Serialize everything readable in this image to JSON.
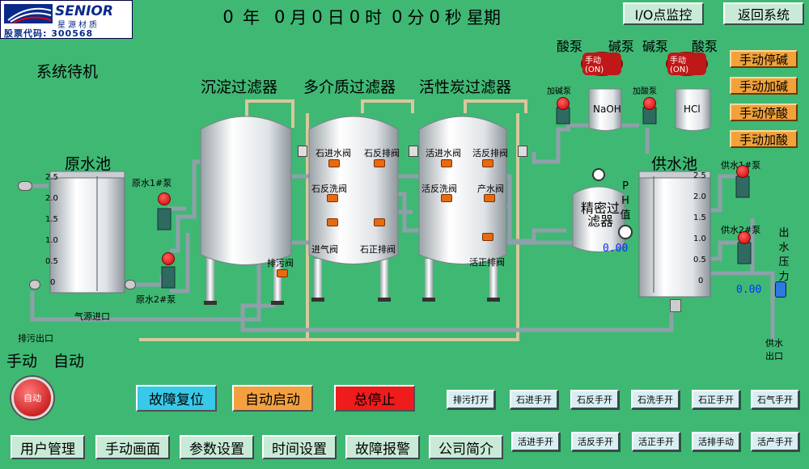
{
  "logo": {
    "brand": "SENIOR",
    "brand_cn": "星源材质",
    "stock": "股票代码: 300568"
  },
  "datetime": {
    "year": "0",
    "year_unit": "年",
    "month": "0",
    "month_unit": "月",
    "day": "0",
    "day_unit": "日",
    "hour": "0",
    "hour_unit": "时",
    "minute": "0",
    "minute_unit": "分",
    "second": "0",
    "second_unit": "秒",
    "weekday": "星期"
  },
  "top_buttons": {
    "io_monitor": "I/O点监控",
    "return": "返回系统"
  },
  "status": "系统待机",
  "tanks": {
    "raw_pool": "原水池",
    "sediment": "沉淀过滤器",
    "multimedia": "多介质过滤器",
    "carbon": "活性炭过滤器",
    "precision": "精密过滤器",
    "supply_pool": "供水池",
    "naoh": "NaOH",
    "hcl": "HCl"
  },
  "pump_labels": {
    "acid_pump_left": "酸泵",
    "alkali_pump_1": "碱泵",
    "alkali_pump_2": "碱泵",
    "acid_pump_right": "酸泵",
    "add_alkali": "加碱泵",
    "add_acid": "加酸泵",
    "raw1": "原水1#泵",
    "raw2": "原水2#泵",
    "supply1": "供水1#泵",
    "supply2": "供水2#泵"
  },
  "gauge_icon_text": {
    "left": "手动(ON)",
    "right": "手动(ON)"
  },
  "valves": {
    "shi_jin": "石进水阀",
    "shi_fan": "石反排阀",
    "shi_fanxi": "石反洗阀",
    "jinqi": "进气阀",
    "shi_zheng": "石正排阀",
    "huo_jin": "活进水阀",
    "huo_fan": "活反排阀",
    "huo_fanxi": "活反洗阀",
    "chanshui": "产水阀",
    "huo_zheng": "活正排阀",
    "paiwu": "排污阀"
  },
  "pipe_labels": {
    "air_inlet": "气源进口",
    "drain_outlet": "排污出口",
    "supply_outlet_1": "供水",
    "supply_outlet_2": "出口"
  },
  "ph_label": [
    "P",
    "H",
    "值"
  ],
  "ph_value": "0.00",
  "pressure_label": [
    "出",
    "水",
    "压",
    "力"
  ],
  "pressure_value": "0.00",
  "raw_scale": [
    "2.5",
    "2.0",
    "1.5",
    "1.0",
    "0.5",
    "0"
  ],
  "supply_scale": [
    "2.5",
    "2.0",
    "1.5",
    "1.0",
    "0.5",
    "0"
  ],
  "dose_buttons": [
    "手动停碱",
    "手动加碱",
    "手动停酸",
    "手动加酸"
  ],
  "mode": {
    "manual": "手动",
    "auto": "自动",
    "knob_text": "自动"
  },
  "control_buttons": {
    "fault_reset": "故障复位",
    "auto_start": "自动启动",
    "emergency_stop": "总停止"
  },
  "manual_row1": [
    "排污打开",
    "石进手开",
    "石反手开",
    "石洗手开",
    "石正手开",
    "石气手开"
  ],
  "manual_row2": [
    "活进手开",
    "活反手开",
    "活正手开",
    "活排手动",
    "活产手开"
  ],
  "nav": [
    "用户管理",
    "手动画面",
    "参数设置",
    "时间设置",
    "故障报警",
    "公司简介"
  ],
  "colors": {
    "background": "#3fb874",
    "pipe": "#8a9aa6",
    "pipe_tan": "#d9c9a0",
    "accent_orange": "#f2a23a",
    "fault_reset": "#38c8e8",
    "auto_start": "#f5a040",
    "stop": "#ee1c1c"
  }
}
